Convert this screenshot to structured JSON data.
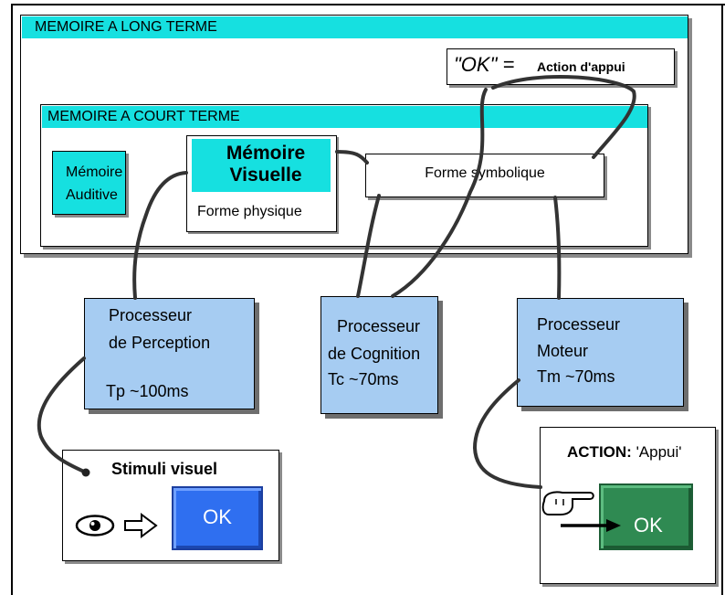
{
  "memoire_long_terme": {
    "title": "MEMOIRE A LONG TERME"
  },
  "memoire_court_terme": {
    "title": "MEMOIRE A COURT TERME"
  },
  "memoire_auditive": {
    "line1": "Mémoire",
    "line2": "Auditive"
  },
  "memoire_visuelle": {
    "line1": "Mémoire",
    "line2": "Visuelle",
    "sub": "Forme physique"
  },
  "forme_symbolique": {
    "label": "Forme symbolique"
  },
  "ok_association": {
    "key": "\"OK\" =",
    "action": "Action d'appui"
  },
  "processeur_perception": {
    "line1": "Processeur",
    "line2": "de Perception",
    "time": "Tp ~100ms"
  },
  "processeur_cognition": {
    "line1": "Processeur",
    "line2": "de Cognition",
    "time": "Tc ~70ms"
  },
  "processeur_moteur": {
    "line1": "Processeur",
    "line2": "Moteur",
    "time": "Tm ~70ms"
  },
  "stimuli": {
    "title": "Stimuli visuel",
    "button": "OK",
    "icons": [
      "eye-icon",
      "arrow-right-icon"
    ]
  },
  "action": {
    "label": "ACTION:",
    "value": "'Appui'",
    "button": "OK",
    "icons": [
      "pointing-hand-icon",
      "arrow-right-icon"
    ]
  },
  "colors": {
    "memory_highlight": "#16e0e0",
    "processor": "#a6ccf2",
    "stimulus_button": "#2f6ff0",
    "action_button": "#2f8a52"
  }
}
